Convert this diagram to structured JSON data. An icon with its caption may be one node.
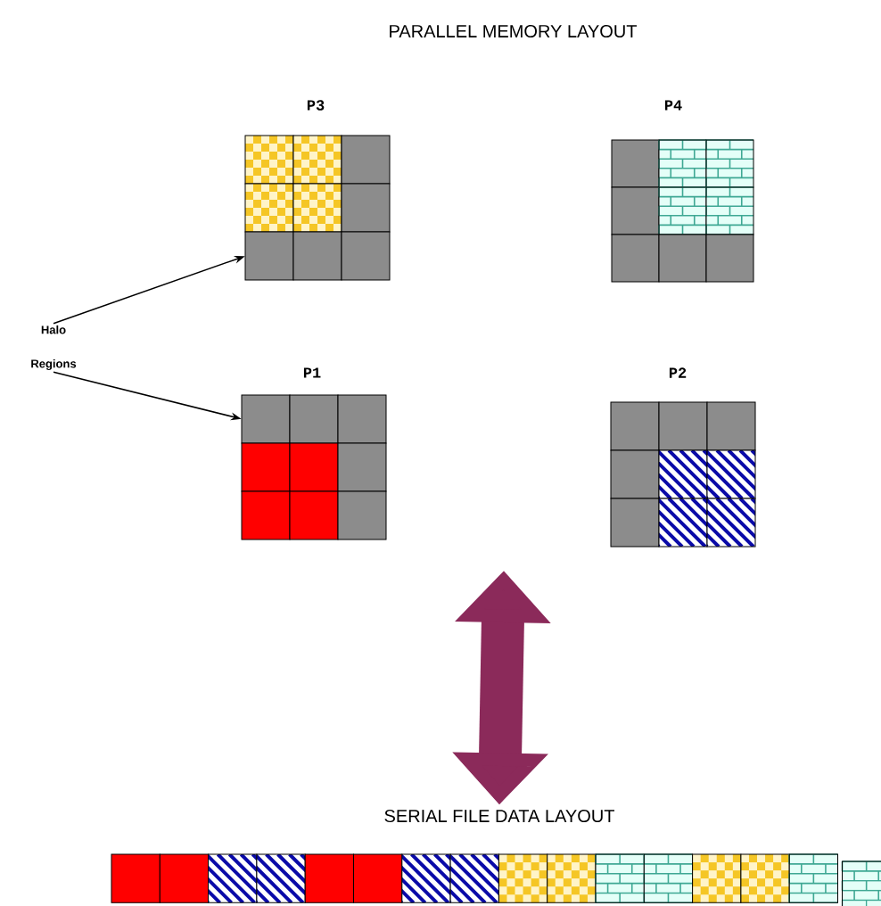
{
  "diagram": {
    "title": "PARALLEL MEMORY LAYOUT",
    "nodes": [
      {
        "text": [
          "P3"
        ]
      },
      {
        "text": [
          "P4"
        ]
      },
      {
        "text": [
          "Halo Regions"
        ]
      },
      {
        "text": [
          "P1"
        ]
      },
      {
        "text": [
          "P2"
        ]
      },
      {
        "text": [
          "SERIAL FILE DATA LAYOUT"
        ]
      }
    ],
    "edges": [
      {
        "from": 2,
        "to": 0,
        "arrow": "to"
      },
      {
        "from": 2,
        "to": 3,
        "arrow": "to"
      },
      {
        "from": null,
        "to": 5,
        "arrow": "both",
        "style": "thick",
        "color": "#8b2a5a"
      }
    ]
  }
}
